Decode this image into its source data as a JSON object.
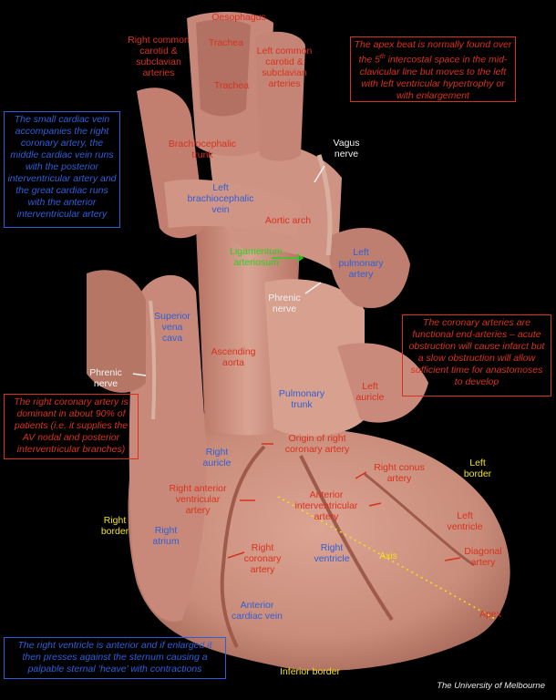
{
  "colors": {
    "red_label": "#d8321e",
    "blue_label": "#2f5fd8",
    "white_label": "#f2f2f2",
    "green_label": "#27d21f",
    "yellow_label": "#f0e01c",
    "tissue": "#d39a88"
  },
  "labels": {
    "oesophagus": "Oesophagus",
    "trachea_top": "Trachea",
    "trachea_mid": "Trachea",
    "right_common_carotid": "Right common\ncarotid &\nsubclavian\narteries",
    "left_common_carotid": "Left common\ncarotid &\nsubclavian\narteries",
    "brachiocephalic_trunk": "Brachiocephalic\ntrunk",
    "vagus_nerve": "Vagus\nnerve",
    "left_brachiocephalic_vein": "Left\nbrachiocephalic\nvein",
    "aortic_arch": "Aortic arch",
    "ligamentum_arteriosum": "Ligamentum\narteriosum",
    "left_pulmonary_artery": "Left\npulmonary\nartery",
    "phrenic_nerve_left": "Phrenic\nnerve",
    "superior_vena_cava": "Superior\nvena\ncava",
    "ascending_aorta": "Ascending\naorta",
    "phrenic_nerve_right": "Phrenic\nnerve",
    "pulmonary_trunk": "Pulmonary\ntrunk",
    "left_auricle": "Left\nauricle",
    "origin_right_coronary": "Origin of right\ncoronary artery",
    "right_auricle": "Right\nauricle",
    "left_border": "Left\nborder",
    "right_conus_artery": "Right conus\nartery",
    "right_anterior_ventricular_artery": "Right anterior\nventricular\nartery",
    "anterior_interventricular_artery": "Anterior\ninterventricular\nartery",
    "left_ventricle": "Left\nventricle",
    "right_border": "Right\nborder",
    "right_atrium": "Right\natrium",
    "right_coronary_artery": "Right\ncoronary\nartery",
    "right_ventricle": "Right\nventricle",
    "axis": "Axis",
    "diagonal_artery": "Diagonal\nartery",
    "anterior_cardiac_vein": "Anterior\ncardiac vein",
    "apex": "Apex",
    "inferior_border": "Inferior border"
  },
  "notes": {
    "apex_beat_pre": "The apex beat is normally found over the 5",
    "apex_beat_sup": "th",
    "apex_beat_post": " intercostal space in the mid-clavicular line but moves to the left with left ventricular hypertrophy or with enlargement",
    "cardiac_veins": "The small cardiac vein accompanies the right coronary artery, the middle cardiac vein runs with the posterior interventricular artery and the great cardiac runs with the anterior interventricular artery",
    "coronary_end_arteries": "The coronary arteries are functional end-arteries – acute obstruction will cause infarct but a slow obstruction will allow sufficient time for anastomoses to develop",
    "right_coronary_dominant": "The right coronary artery is dominant in about 90% of patients (i.e. it supplies the AV nodal and posterior interventricular branches)",
    "right_ventricle_heave": "The right ventricle is anterior and if enlarged it then presses against the sternum causing a palpable sternal ‘heave’ with contractions"
  },
  "credit": "The University of Melbourne"
}
